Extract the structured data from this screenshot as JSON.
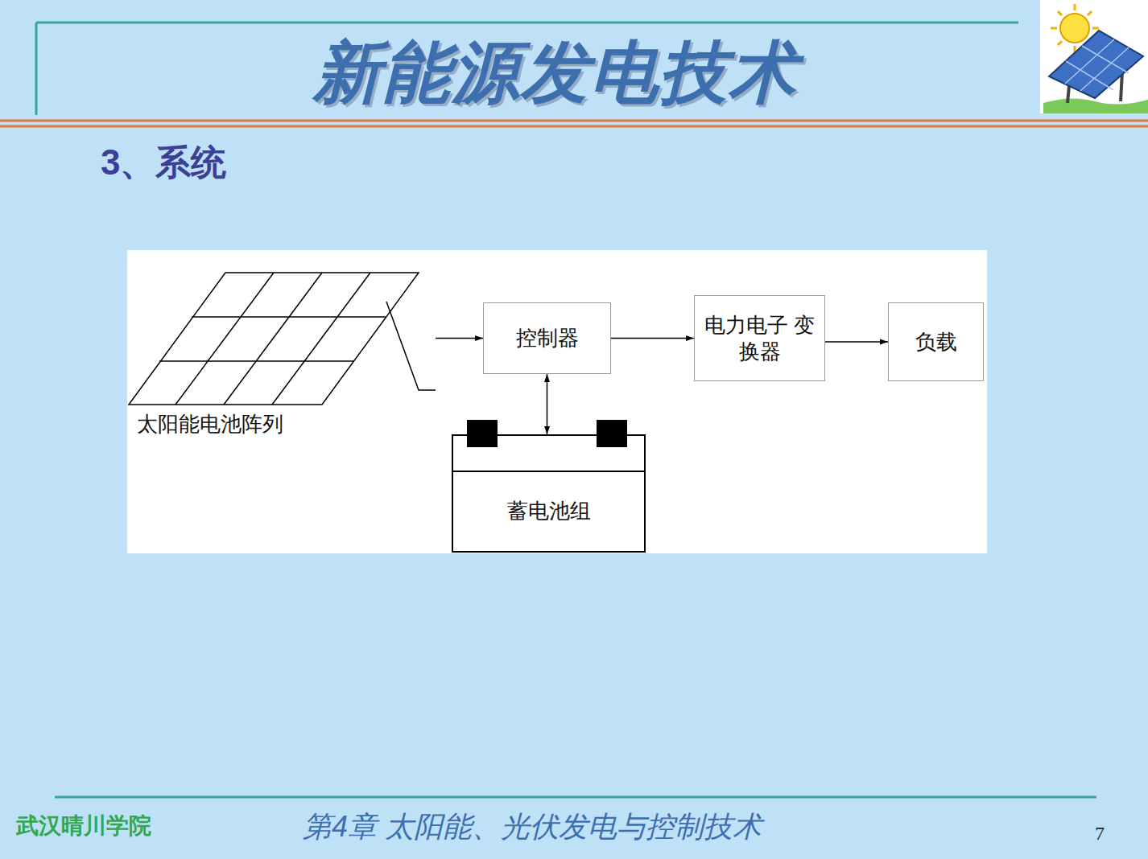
{
  "diagram": {
    "title": "新能源发电技术",
    "nodes": [
      {
        "text": [
          "太阳能电池阵列"
        ]
      },
      {
        "text": [
          "控制器"
        ]
      },
      {
        "text": [
          "电力电子 变换器"
        ]
      },
      {
        "text": [
          "负载"
        ]
      },
      {
        "text": [
          "蓄电池组"
        ]
      }
    ],
    "edges": [
      {
        "from": 0,
        "to": 1,
        "arrow": "to"
      },
      {
        "from": 1,
        "to": 2,
        "arrow": "to"
      },
      {
        "from": 2,
        "to": 3,
        "arrow": "to"
      },
      {
        "from": 1,
        "to": 4,
        "arrow": "both"
      }
    ],
    "labels": [
      "3、系统",
      "-",
      "+",
      "武汉晴川学院",
      "第4章 太阳能、光伏发电与控制技术",
      "7"
    ]
  }
}
